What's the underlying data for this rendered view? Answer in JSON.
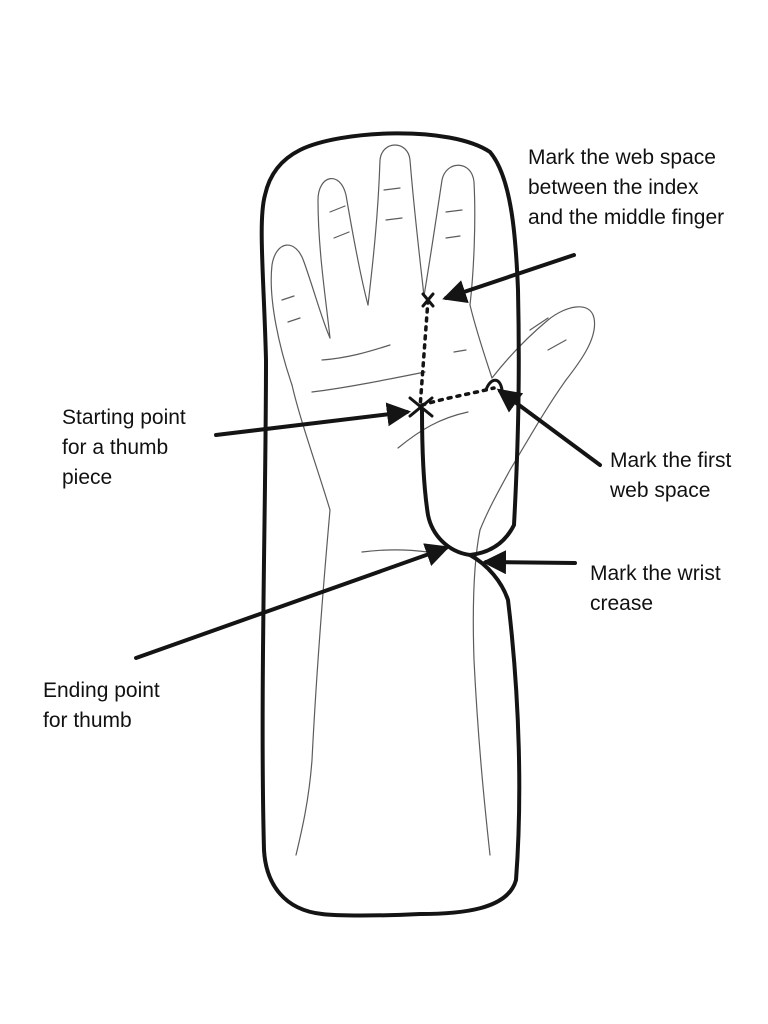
{
  "colors": {
    "outline": "#141414",
    "sketch": "#5c5c5c",
    "background": "#ffffff",
    "text": "#111111"
  },
  "labels": {
    "web_space_index_middle": [
      "Mark the web space",
      "between the index",
      "and the middle finger"
    ],
    "thumb_start": [
      "Starting point",
      "for a thumb",
      "piece"
    ],
    "first_web_space": [
      "Mark the first",
      "web space"
    ],
    "wrist_crease": [
      "Mark the wrist",
      "crease"
    ],
    "thumb_end": [
      "Ending point",
      "for thumb"
    ]
  }
}
